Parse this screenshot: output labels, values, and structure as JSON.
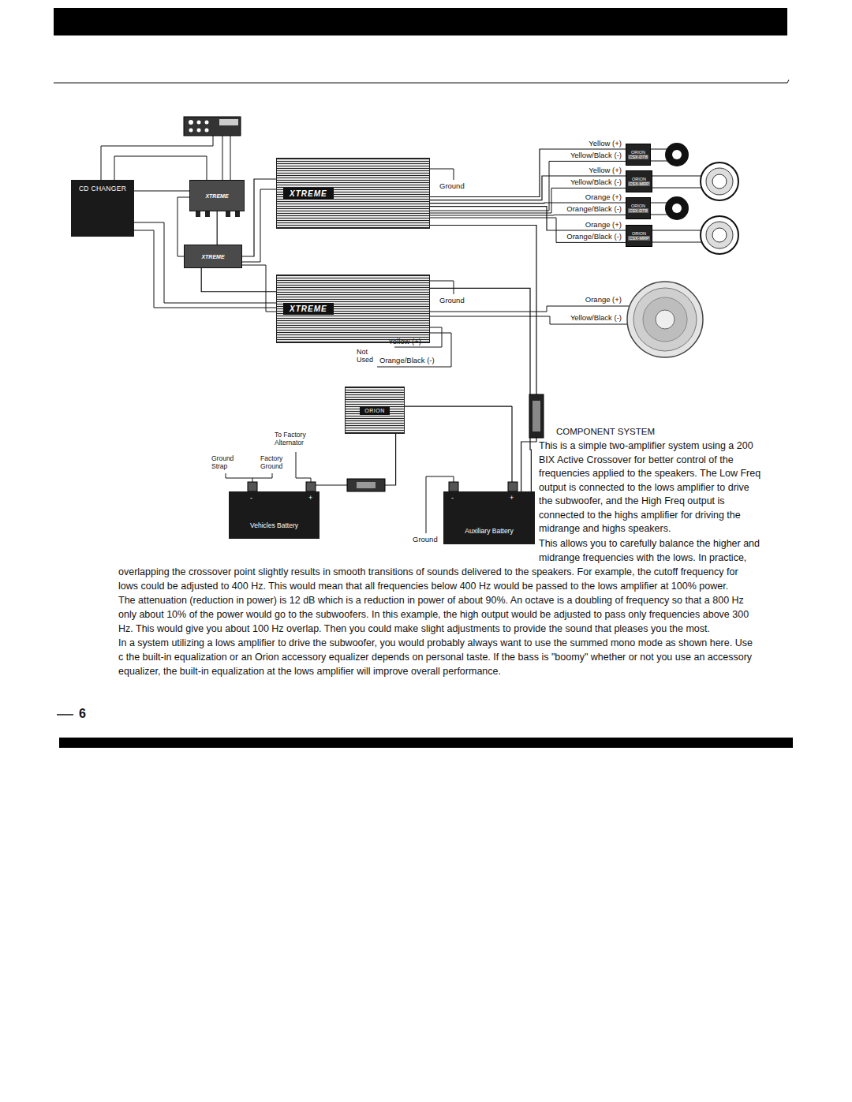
{
  "diagram": {
    "title": "COMPONENT SYSTEM",
    "nodes": [
      {
        "text": [
          "CD CHANGER"
        ]
      },
      {
        "text": [
          "XTREME"
        ]
      },
      {
        "text": [
          "XTREME"
        ]
      },
      {
        "text": [
          "XTREME"
        ]
      },
      {
        "text": [
          "XTREME"
        ]
      },
      {
        "text": [
          "ORION",
          "CSX-DT8"
        ]
      },
      {
        "text": [
          "ORION",
          "CSX-MRP"
        ]
      },
      {
        "text": [
          "ORION",
          "CSX-DT8"
        ]
      },
      {
        "text": [
          "ORION",
          "CSX-MRP"
        ]
      },
      {
        "text": [
          "ORION"
        ]
      },
      {
        "text": [
          "Vehicles Battery"
        ]
      },
      {
        "text": [
          "Auxiliary Battery"
        ]
      }
    ],
    "edges": [
      {
        "from": 0,
        "to": 1,
        "arrow": "none"
      },
      {
        "from": 1,
        "to": 2,
        "arrow": "none"
      },
      {
        "from": 2,
        "to": 3,
        "arrow": "none"
      },
      {
        "from": 2,
        "to": 4,
        "arrow": "none"
      },
      {
        "from": 3,
        "to": 5,
        "arrow": "none"
      },
      {
        "from": 3,
        "to": 6,
        "arrow": "none"
      },
      {
        "from": 3,
        "to": 7,
        "arrow": "none"
      },
      {
        "from": 3,
        "to": 8,
        "arrow": "none"
      },
      {
        "from": 11,
        "to": 9,
        "arrow": "none"
      },
      {
        "from": 11,
        "to": 3,
        "arrow": "none"
      },
      {
        "from": 11,
        "to": 4,
        "arrow": "none"
      },
      {
        "from": 10,
        "to": 9,
        "arrow": "none"
      }
    ],
    "labels": [
      "Yellow (+)",
      "Yellow/Black (-)",
      "Yellow (+)",
      "Yellow/Black (-)",
      "Orange (+)",
      "Orange/Black (-)",
      "Orange (+)",
      "Orange/Black (-)",
      "Ground",
      "Ground",
      "Orange (+)",
      "Yellow/Black (-)",
      "Yellow (+)",
      "Not Used",
      "Orange/Black (-)",
      "To Factory Alternator",
      "Ground Strap",
      "Factory Ground",
      "Ground",
      "This is a simple two-amplifier system using a 200 BIX Active Crossover for better control of the frequencies applied to the speakers. The Low Freq output is connected to the lows amplifier to drive the subwoofer, and the High Freq output is connected to the highs amplifier for driving the midrange and highs speakers.",
      "This allows you to carefully balance the higher and midrange frequencies with the lows. In practice,",
      "overlapping the crossover point slightly results in smooth transitions of sounds delivered to the speakers. For example, the cutoff frequency for lows could be adjusted to 400 Hz. This would mean that all frequencies below 400 Hz would be passed to the lows amplifier at 100% power.",
      "The attenuation (reduction in power) is 12 dB which is a reduction in power of about 90%. An octave is a doubling of frequency so that a 800 Hz only about 10% of the power would go to the subwoofers. In this example, the high output would be adjusted to pass only frequencies above 300 Hz. This would give you about 100 Hz overlap. Then you could make slight adjustments to provide the sound that pleases you the most.",
      "In a system utilizing a lows amplifier to drive the subwoofer, you would probably always want to use the summed mono mode as shown here. Use c the built-in equalization or an Orion accessory equalizer depends on personal taste. If the bass is \"boomy\" whether or not you use an accessory equalizer, the built-in equalization at the lows amplifier will improve overall performance.",
      "6",
      "-",
      "+",
      "-",
      "+"
    ]
  }
}
